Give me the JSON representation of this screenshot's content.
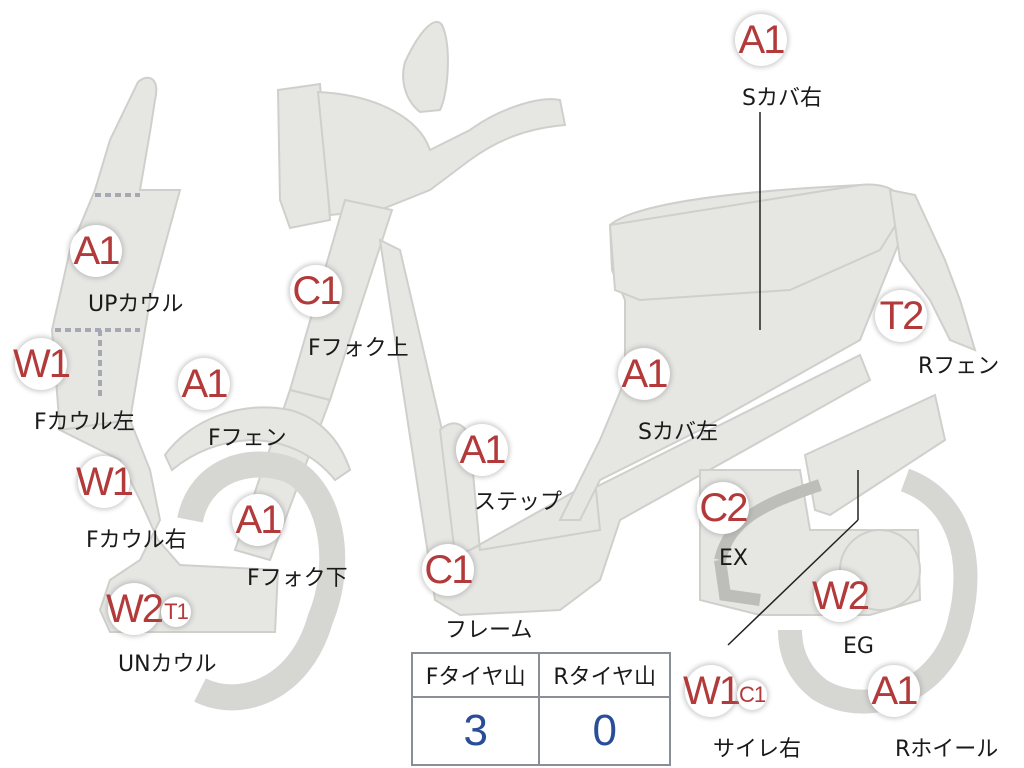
{
  "badges": [
    {
      "code": "A1",
      "size": "big",
      "label": "Sカバ右"
    },
    {
      "code": "A1",
      "size": "big",
      "label": "UPカウル"
    },
    {
      "code": "C1",
      "size": "big",
      "label": "Fフォク上"
    },
    {
      "code": "T2",
      "size": "big",
      "label": "Rフェン"
    },
    {
      "code": "W1",
      "size": "big",
      "label": "Fカウル左"
    },
    {
      "code": "A1",
      "size": "big",
      "label": "Fフェン"
    },
    {
      "code": "A1",
      "size": "big",
      "label": "Sカバ左"
    },
    {
      "code": "A1",
      "size": "big",
      "label": "ステップ"
    },
    {
      "code": "W1",
      "size": "big",
      "label": "Fカウル右"
    },
    {
      "code": "A1",
      "size": "big",
      "label": "Fフォク下"
    },
    {
      "code": "C2",
      "size": "big",
      "label": "EX"
    },
    {
      "code": "C1",
      "size": "big",
      "label": "フレーム"
    },
    {
      "code": "W2",
      "size": "big",
      "label": "UNカウル"
    },
    {
      "code": "T1",
      "size": "small",
      "label": ""
    },
    {
      "code": "W2",
      "size": "big",
      "label": "EG"
    },
    {
      "code": "W1",
      "size": "big",
      "label": "サイレ右"
    },
    {
      "code": "C1",
      "size": "small",
      "label": ""
    },
    {
      "code": "A1",
      "size": "big",
      "label": "Rホイール"
    }
  ],
  "tread_table": {
    "headers": [
      "Fタイヤ山",
      "Rタイヤ山"
    ],
    "values": [
      "3",
      "0"
    ]
  },
  "colors": {
    "part_fill": "#e6e6e3",
    "part_stroke": "#c8c8c5",
    "code_text": "#b23a3a",
    "value_text": "#2a4d97"
  }
}
